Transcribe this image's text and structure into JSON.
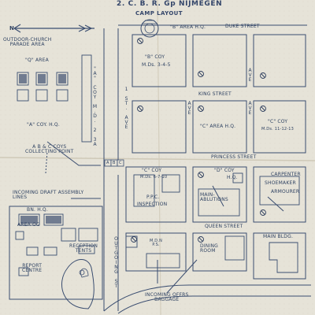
{
  "header": {
    "title": "2. C. B. R. Gp NIJMEGEN",
    "subtitle": "CAMP LAYOUT"
  },
  "compass": {
    "north": "N"
  },
  "streets": {
    "duke": "DUKE STREET",
    "king": "KING STREET",
    "princess": "PRINCESS STREET",
    "queen": "QUEEN STREET",
    "ave_1st": "1 ST. AVE",
    "ave_2nd": "AVE",
    "ave_3rd": "AVE",
    "ave_4th": "AVE",
    "outgoing": "OUTGOING ST"
  },
  "areas": {
    "church": "OUTDOOR-CHURCH\nPARADE AREA",
    "q_area": "\"Q\" AREA",
    "a_coy_mds": "\"A\" COY M.D. 2 3A",
    "a_coy_hq": "\"A\" COY. H.Q.",
    "collecting": "A B & C COYS\nCOLLECTING POINT",
    "incoming_assembly": "INCOMING DRAFT ASSEMBLY\nLINES",
    "b_area_hq": "\"B\" AREA H.Q.",
    "b_coy": "\"B\" COY",
    "b_coy_mds": "M.Ds. 3-4-5",
    "c_area_hq": "\"C\" AREA H.Q.",
    "c_coy_right": "\"C\" COY",
    "c_coy_right_mds": "M.Ds. 11-12-13",
    "c_coy": "\"C\" COY",
    "c_coy_mds": "M.Ds. 6-7-10",
    "ppc": "P.P.C.",
    "inspection": "INSPECTION",
    "d_coy": "\"D\" COY",
    "d_coy_hq": "H.Q.",
    "ablutions": "MAIN-\nABLUTIONS",
    "carpenter": "CARPENTER",
    "shoemaker": "SHOEMAKER",
    "armourer": "ARMOURER",
    "main_bldg": "MAIN BLDG.",
    "dining": "DINING\nROOM",
    "mdn": "M.D.N\nP.S.",
    "bn_hq": "BN. H.Q.",
    "area_oc": "AREA OC",
    "report_centre": "REPORT\nCENTRE",
    "reception": "RECEPTION\nTENTS",
    "incoming_offrs": "INCOMING OFFRS\nBAGGAGE"
  },
  "gate_letters": [
    "A",
    "B",
    "C"
  ],
  "colors": {
    "paper": "#e6e3d8",
    "ink": "#2f4262"
  }
}
